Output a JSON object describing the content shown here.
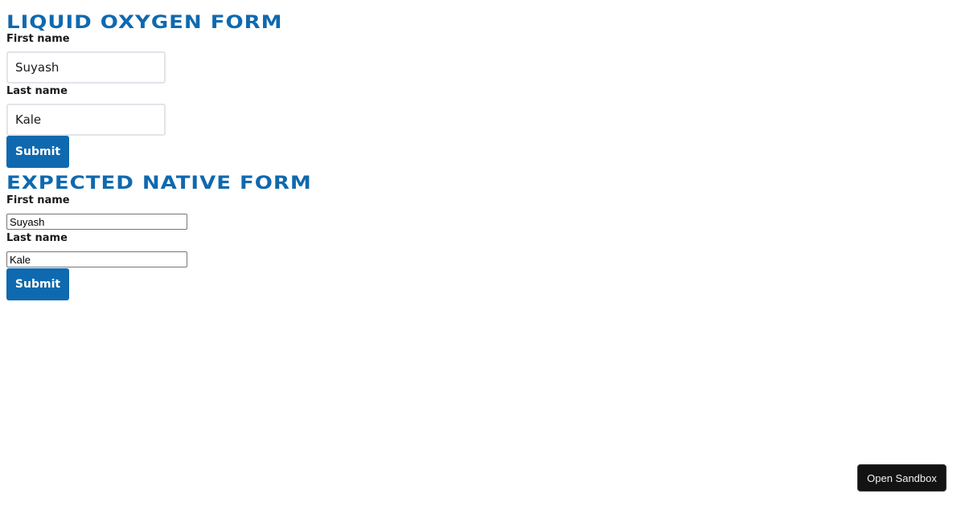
{
  "liquid_form": {
    "heading": "Liquid Oxygen Form",
    "first_name": {
      "label": "First name",
      "value": "Suyash"
    },
    "last_name": {
      "label": "Last name",
      "value": "Kale"
    },
    "submit_label": "Submit"
  },
  "native_form": {
    "heading": "Expected Native Form",
    "first_name": {
      "label": "First name",
      "value": "Suyash"
    },
    "last_name": {
      "label": "Last name",
      "value": "Kale"
    },
    "submit_label": "Submit"
  },
  "open_sandbox_label": "Open Sandbox",
  "colors": {
    "accent": "#0f69af",
    "sandbox_bg": "#131313"
  }
}
